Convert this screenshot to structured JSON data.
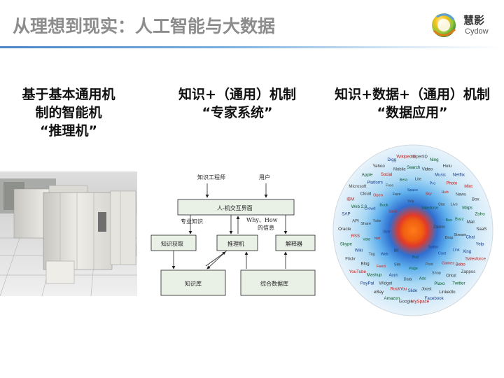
{
  "header": {
    "title": "从理想到现实：人工智能与大数据",
    "logo": {
      "name_cn": "慧影",
      "name_en": "Cydow"
    }
  },
  "columns": [
    {
      "lines": [
        "基于基本通用机",
        "制的智能机",
        "“推理机”"
      ]
    },
    {
      "lines": [
        "知识+（通用）机制",
        "“专家系统”"
      ]
    },
    {
      "lines": [
        "知识+数据+（通用）机制",
        "“数据应用”"
      ]
    }
  ],
  "diagram": {
    "top_labels": {
      "engineer": "知识工程师",
      "user": "用户"
    },
    "interface": "人-机交互界面",
    "expert_knowledge": "专业知识",
    "why_how": "Why、How",
    "info": "的信息",
    "acquisition": "知识获取",
    "inference": "推理机",
    "explainer": "解释器",
    "knowledge_base": "知识库",
    "database": "综合数据库"
  },
  "sphere": {
    "labels": [
      "SaaS",
      "Yelp",
      "Salesforce",
      "Zappos",
      "Twitter",
      "LinkedIn",
      "Facebook",
      "MySpace",
      "Google",
      "Amazon",
      "eBay",
      "PayPal",
      "YouTube",
      "Flickr",
      "Skype",
      "Oracle",
      "SAP",
      "IBM",
      "Microsoft",
      "Apple",
      "Yahoo",
      "Digg",
      "Wikipedia",
      "OpenID",
      "Ning",
      "Hulu",
      "Netflix",
      "Mint",
      "Box",
      "Zoho",
      "Xing",
      "Bebo",
      "Orkut",
      "Plaxo",
      "Joost",
      "Slide",
      "RockYou",
      "Widget",
      "Mashup",
      "Blog",
      "Wiki",
      "RSS",
      "API",
      "Web 2.0",
      "Cloud",
      "Platform",
      "Social",
      "Mobile",
      "Search",
      "Video",
      "Music",
      "Photo",
      "News",
      "Maps",
      "Mail",
      "Chat",
      "Games",
      "Shop",
      "Ads",
      "Data",
      "Apps",
      "Feed",
      "Tag",
      "Vote",
      "Share",
      "Crowd",
      "Open",
      "Free",
      "Beta",
      "Lite",
      "Pro",
      "Hub",
      "Live",
      "Buzz",
      "Stream",
      "Link",
      "Post",
      "Page",
      "Site",
      "Web",
      "Net",
      "Tube",
      "Book",
      "Face",
      "Space",
      "Sky",
      "Star",
      "Box",
      "Drop",
      "Cast",
      "Pod",
      "Bit",
      "Byte"
    ]
  }
}
